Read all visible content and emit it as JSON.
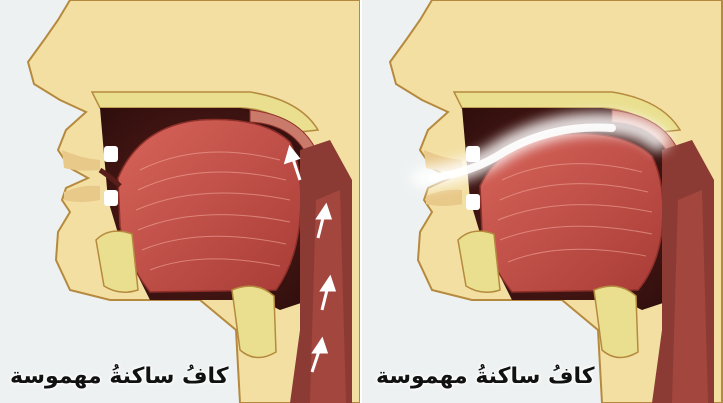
{
  "panels": [
    {
      "caption": "كافُ ساكنةُ مهموسة",
      "airflow": "arrows-up-throat"
    },
    {
      "caption": "كافُ ساكنةُ مهموسة",
      "airflow": "breath-stream-out-of-mouth"
    }
  ],
  "colors": {
    "skin": "#f3dfa2",
    "skin_outline": "#b58a3f",
    "tongue": "#c9534a",
    "tongue_dark": "#8e2f2a",
    "bone": "#e9df8e",
    "throat": "#8c3b34",
    "airflow": "#ffffff"
  }
}
